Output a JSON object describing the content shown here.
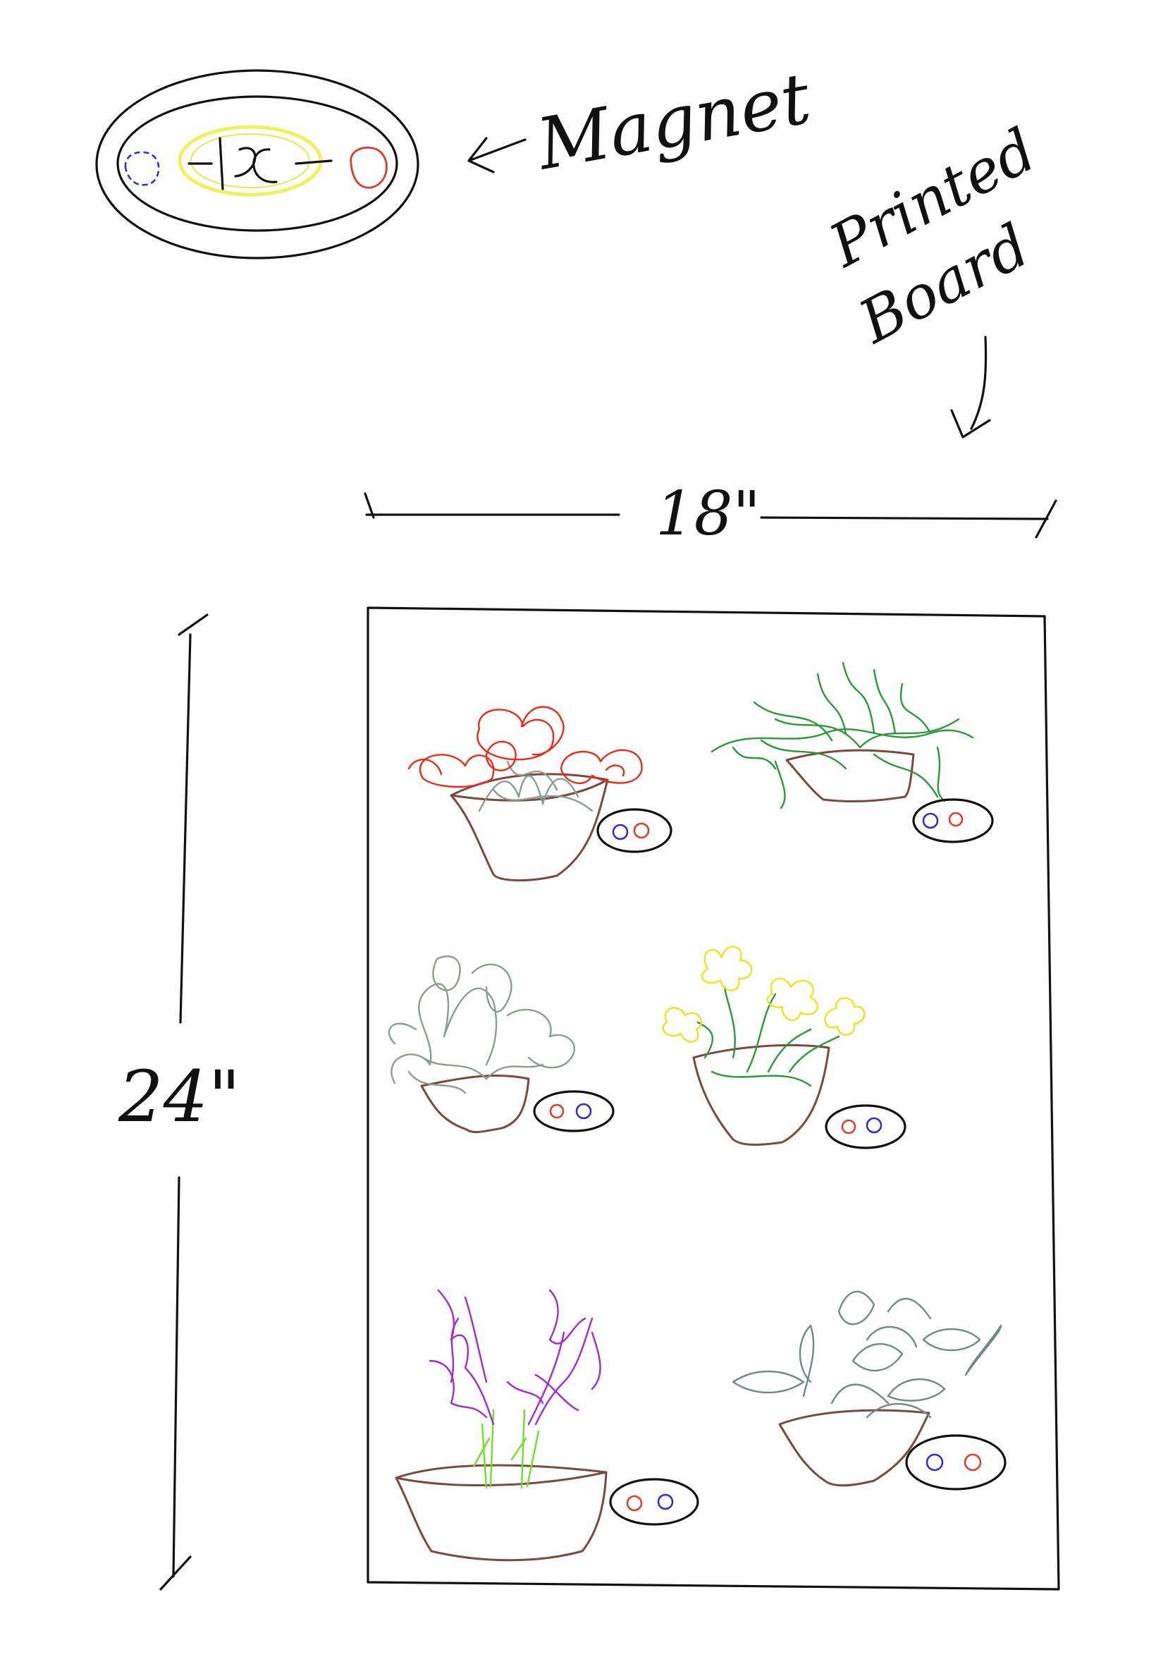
{
  "annotations": {
    "magnet_label": "Magnet",
    "board_label_line1": "Printed",
    "board_label_line2": "Board",
    "width_dimension": "18\"",
    "height_dimension": "24\""
  },
  "colors": {
    "ink": "#111111",
    "pot": "#7a4a3e",
    "leaf_green": "#2a9a38",
    "leaf_grey": "#8a9e90",
    "leaf_teal": "#6f8a84",
    "flower_red": "#ee2a16",
    "flower_yellow": "#f2e21a",
    "flower_purple": "#a22ad6",
    "stem_lime": "#6fe02a",
    "magnet_blue": "#2a2ae0",
    "magnet_red": "#e03a2a",
    "magnet_halo": "#f0f060"
  },
  "board": {
    "plants": [
      {
        "name": "red-flower-plant",
        "flowers": "red"
      },
      {
        "name": "green-grass-plant",
        "flowers": "none"
      },
      {
        "name": "grey-leafy-plant",
        "flowers": "none"
      },
      {
        "name": "yellow-flower-plant",
        "flowers": "yellow"
      },
      {
        "name": "purple-flower-plant",
        "flowers": "purple"
      },
      {
        "name": "teal-leaf-plant",
        "flowers": "none"
      }
    ]
  }
}
